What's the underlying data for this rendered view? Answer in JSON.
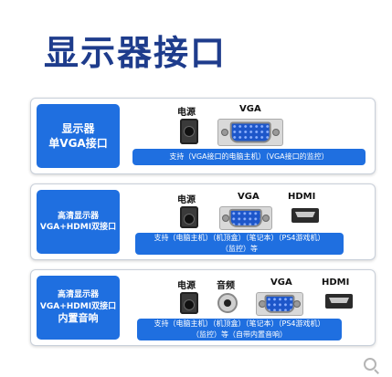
{
  "title": "显示器接口",
  "panels": [
    {
      "badge_lines": [
        "显示器",
        "单VGA接口"
      ],
      "labels": {
        "power": "电源",
        "vga": "VGA"
      },
      "support_lines": [
        "支持（VGA接口的电脑主机）（VGA接口的监控）"
      ]
    },
    {
      "badge_lines": [
        "高清显示器",
        "VGA+HDMI双接口"
      ],
      "labels": {
        "power": "电源",
        "vga": "VGA",
        "hdmi": "HDMI"
      },
      "support_lines": [
        "支持（电脑主机）（机顶盒）（笔记本）（PS4游戏机）",
        "（监控）等"
      ]
    },
    {
      "badge_lines": [
        "高清显示器",
        "VGA+HDMI双接口",
        "内置音响"
      ],
      "labels": {
        "power": "电源",
        "audio": "音频",
        "vga": "VGA",
        "hdmi": "HDMI"
      },
      "support_lines": [
        "支持（电脑主机）（机顶盒）（笔记本）（PS4游戏机）",
        "（监控）等（自带内置音响）"
      ]
    }
  ],
  "colors": {
    "accent": "#1f6fe0",
    "title": "#1e3c8c"
  },
  "icons": [
    "power-port-icon",
    "vga-port-icon",
    "hdmi-port-icon",
    "audio-port-icon",
    "search-icon"
  ]
}
